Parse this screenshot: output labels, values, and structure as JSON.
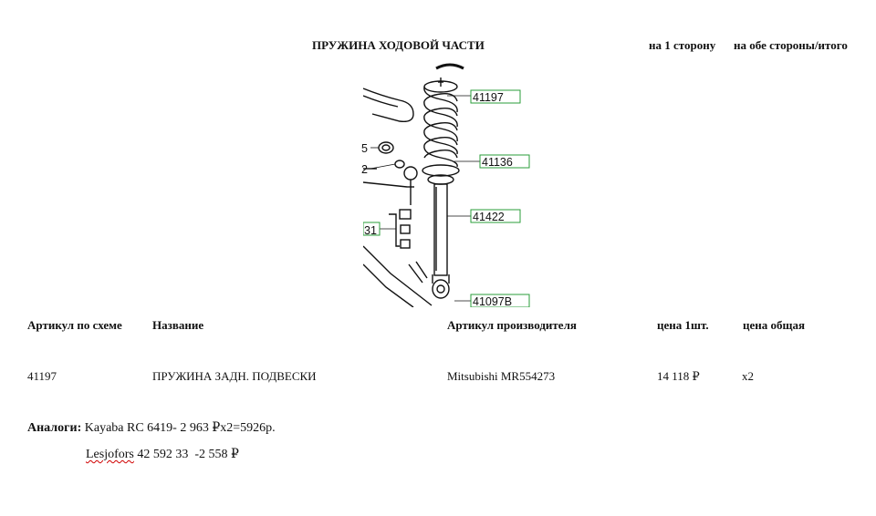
{
  "header": {
    "title": "ПРУЖИНА ХОДОВОЙ ЧАСТИ",
    "per_side": "на 1 сторону",
    "both_sides": "на обе стороны/итого"
  },
  "diagram": {
    "callouts": [
      "41197",
      "41136",
      "41422",
      "41097B",
      "5",
      "2",
      "31"
    ],
    "callout_color": "#2a9d3a"
  },
  "table": {
    "headers": [
      "Артикул по схеме",
      "Название",
      "Артикул производителя",
      "цена 1шт.",
      "цена общая"
    ],
    "rows": [
      [
        "41197",
        "ПРУЖИНА ЗАДН. ПОДВЕСКИ",
        "Mitsubishi MR554273",
        "14 118 ₽",
        "x2"
      ]
    ]
  },
  "analogs": {
    "label": "Аналоги:",
    "line1": "Kayaba RC 6419- 2 963 ₽x2=5926р.",
    "line2_brand": "Lesjofors",
    "line2_rest": " 42 592 33  -2 558 ₽"
  }
}
